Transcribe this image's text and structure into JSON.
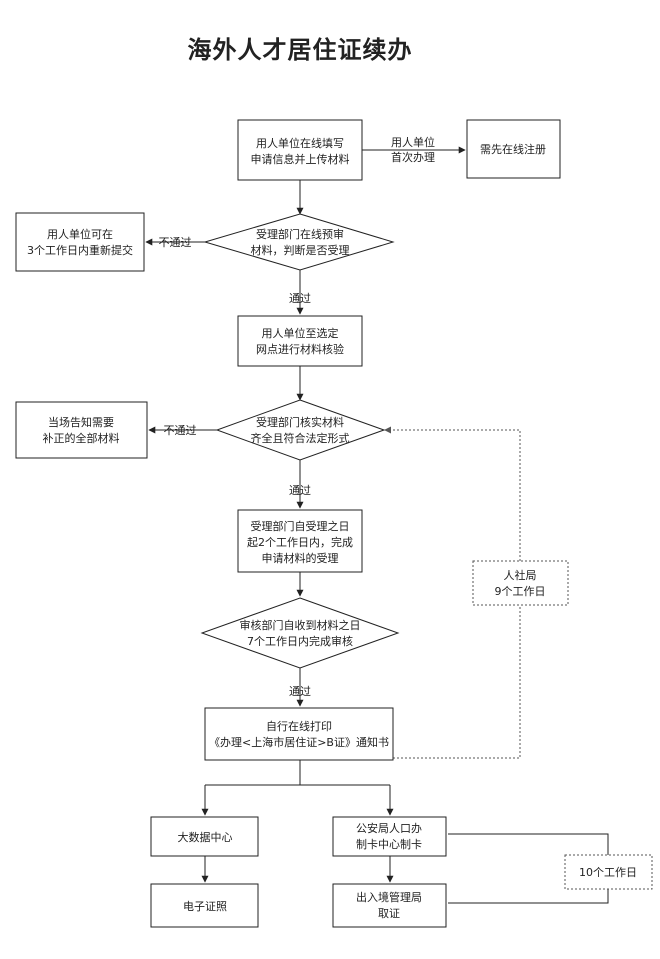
{
  "title": "海外人才居住证续办",
  "nodes": {
    "n1": [
      "用人单位在线填写",
      "申请信息并上传材料"
    ],
    "n2": [
      "需先在线注册"
    ],
    "n3": [
      "受理部门在线预审",
      "材料，判断是否受理"
    ],
    "n4": [
      "用人单位可在",
      "3个工作日内重新提交"
    ],
    "n5": [
      "用人单位至选定",
      "网点进行材料核验"
    ],
    "n6": [
      "受理部门核实材料",
      "齐全且符合法定形式"
    ],
    "n7": [
      "当场告知需要",
      "补正的全部材料"
    ],
    "n8": [
      "受理部门自受理之日",
      "起2个工作日内，完成",
      "申请材料的受理"
    ],
    "n9": [
      "审核部门自收到材料之日",
      "7个工作日内完成审核"
    ],
    "n10": [
      "自行在线打印",
      "《办理<上海市居住证>B证》通知书"
    ],
    "n11": [
      "大数据中心"
    ],
    "n12": [
      "电子证照"
    ],
    "n13": [
      "公安局人口办",
      "制卡中心制卡"
    ],
    "n14": [
      "出入境管理局",
      "取证"
    ],
    "n15": [
      "人社局",
      "9个工作日"
    ],
    "n16": [
      "10个工作日"
    ]
  },
  "edge_labels": {
    "first_time": [
      "用人单位",
      "首次办理"
    ],
    "fail1": "不通过",
    "pass1": "通过",
    "fail2": "不通过",
    "pass2": "通过",
    "pass3": "通过"
  }
}
